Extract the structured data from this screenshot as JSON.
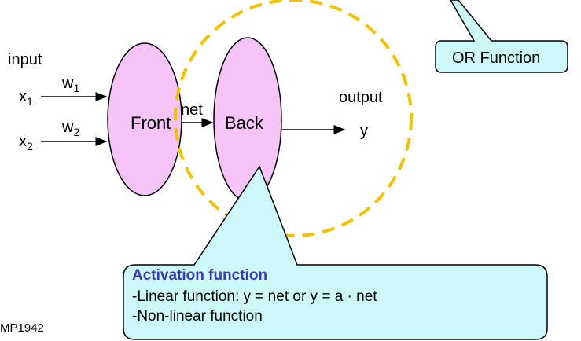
{
  "labels": {
    "input": "input",
    "output": "output",
    "front": "Front",
    "back": "Back",
    "net": "net",
    "y": "y",
    "watermark": "MP1942"
  },
  "inputs": [
    {
      "var": "x",
      "sub": "1",
      "weight": "w",
      "weight_sub": "1"
    },
    {
      "var": "x",
      "sub": "2",
      "weight": "w",
      "weight_sub": "2"
    }
  ],
  "callouts": {
    "or_function": "OR Function",
    "activation": {
      "title": "Activation function",
      "line1": "-Linear function:  y = net or y = a · net",
      "line2": "-Non-linear function"
    }
  },
  "colors": {
    "ellipse_fill": "#f6c4f6",
    "callout_fill": "#cdf9f9",
    "dashed_circle": "#f2c200",
    "title_blue": "#3a3ab0"
  }
}
